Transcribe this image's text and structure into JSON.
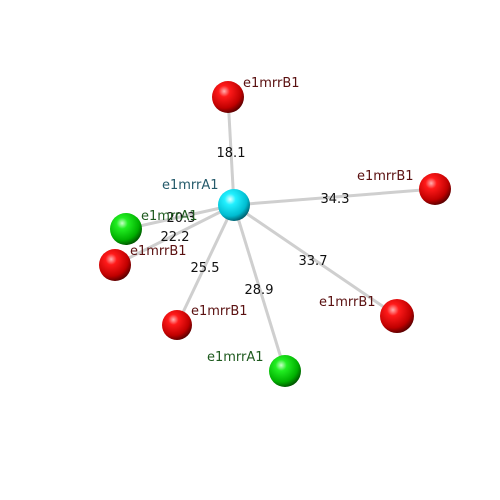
{
  "center": {
    "label": "e1mrrA1",
    "color": "#2aa6ad"
  },
  "neighbors": [
    {
      "label": "e1mrrB1",
      "distance": "18.1",
      "element": "red"
    },
    {
      "label": "e1mrrB1",
      "distance": "34.3",
      "element": "red"
    },
    {
      "label": "e1mrrA1",
      "distance": "20.3",
      "element": "green"
    },
    {
      "label": "e1mrrB1",
      "distance": "22.2",
      "element": "red"
    },
    {
      "label": "e1mrrB1",
      "distance": "25.5",
      "element": "red"
    },
    {
      "label": "e1mrrA1",
      "distance": "28.9",
      "element": "green"
    },
    {
      "label": "e1mrrB1",
      "distance": "33.7",
      "element": "red"
    }
  ],
  "colors": {
    "red_label": "#5a1010",
    "green_label": "#1e5a1e",
    "center_label": "#245a6a",
    "bond": "#cfcfcf"
  }
}
